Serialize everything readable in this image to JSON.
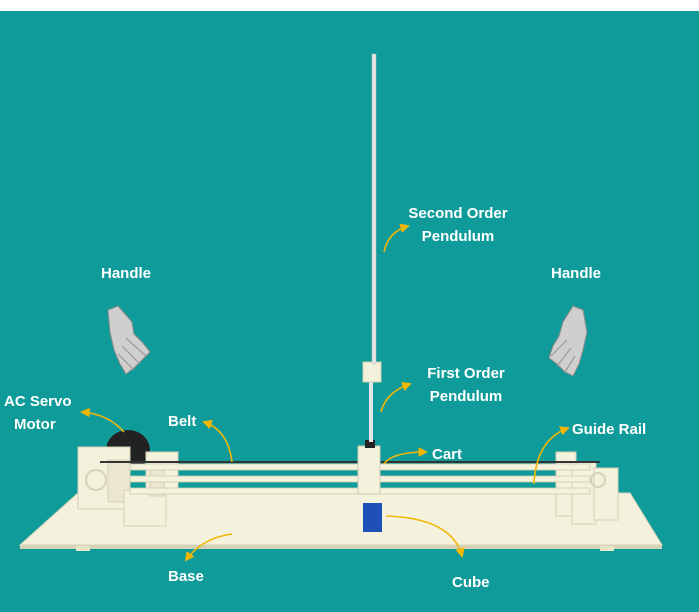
{
  "labels": {
    "handle_left": "Handle",
    "handle_right": "Handle",
    "second_order_line1": "Second Order",
    "second_order_line2": "Pendulum",
    "first_order_line1": "First Order",
    "first_order_line2": "Pendulum",
    "motor_line1": "AC Servo",
    "motor_line2": "Motor",
    "belt": "Belt",
    "cart": "Cart",
    "guide_rail": "Guide Rail",
    "base": "Base",
    "cube": "Cube"
  },
  "colors": {
    "background": "#0f9b9a",
    "label_text": "#ffffff",
    "arrow": "#f2b705",
    "apparatus": "#f4f1dc",
    "cube": "#1f4fb8",
    "motor": "#222222"
  }
}
